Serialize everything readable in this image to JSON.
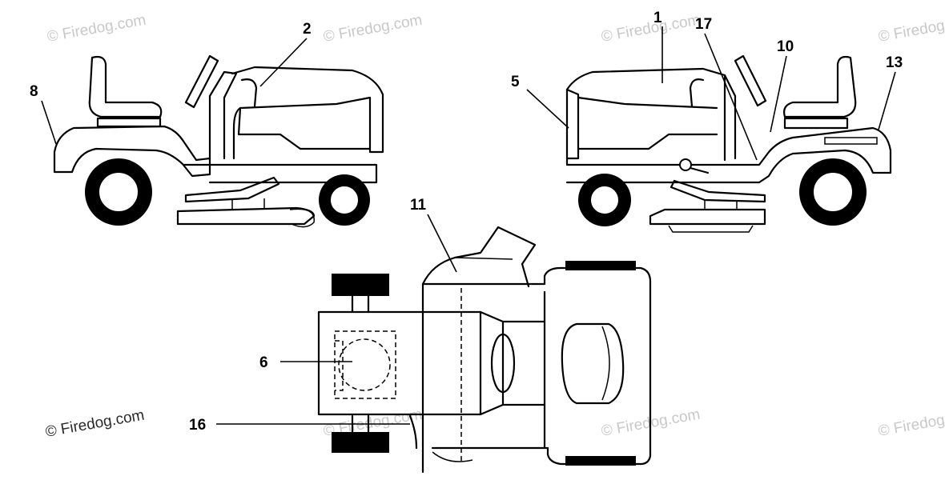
{
  "watermark": {
    "text": "© Firedog.com",
    "prominent_text": "© Firedog.com"
  },
  "callouts": {
    "c1": "1",
    "c2": "2",
    "c5": "5",
    "c6": "6",
    "c8": "8",
    "c10": "10",
    "c11": "11",
    "c13": "13",
    "c16": "16",
    "c17": "17"
  }
}
